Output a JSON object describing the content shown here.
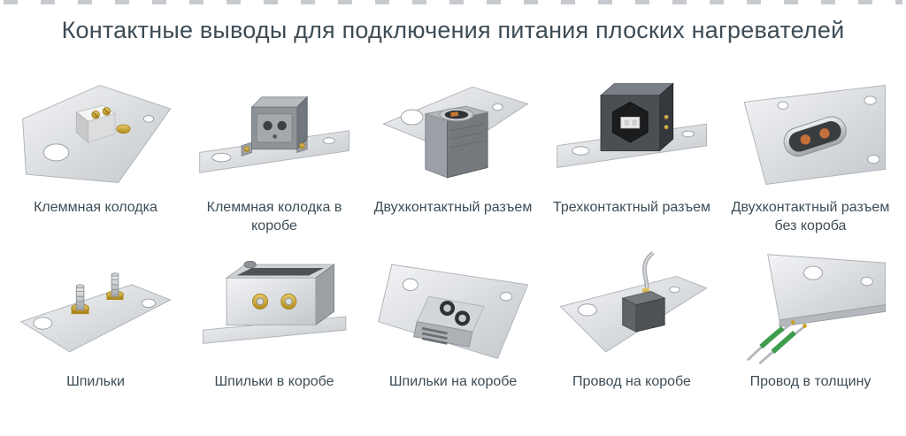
{
  "page": {
    "title": "Контактные выводы для подключения питания плоских нагревателей"
  },
  "colors": {
    "title_text": "#3d4c56",
    "label_text": "#3d4c56",
    "plate_metal": "#d7dadd",
    "gold_accent": "#c9a227",
    "copper_contact": "#c4703a",
    "green_sleeve": "#3f9d4e",
    "background": "#ffffff"
  },
  "items": [
    {
      "label": "Клеммная колодка",
      "icon": "terminal-block"
    },
    {
      "label": "Клеммная колодка в коробе",
      "icon": "terminal-block-in-box"
    },
    {
      "label": "Двухконтактный разъем",
      "icon": "two-pin-connector"
    },
    {
      "label": "Трехконтактный разъем",
      "icon": "three-pin-connector"
    },
    {
      "label": "Двухконтактный разъем без короба",
      "icon": "two-pin-connector-no-box"
    },
    {
      "label": "Шпильки",
      "icon": "studs"
    },
    {
      "label": "Шпильки в коробе",
      "icon": "studs-in-box"
    },
    {
      "label": "Шпильки на коробе",
      "icon": "studs-on-box"
    },
    {
      "label": "Провод на коробе",
      "icon": "wire-on-box"
    },
    {
      "label": "Провод в толщину",
      "icon": "wire-in-thickness"
    }
  ]
}
